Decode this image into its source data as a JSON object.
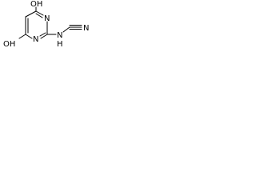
{
  "structure": {
    "atoms": {
      "oh_top": "OH",
      "oh_bottom": "OH",
      "n_ring_1": "N",
      "n_ring_2": "N",
      "n_nh": "N",
      "h_nh": "H",
      "n_nitrile": "N"
    }
  },
  "colors": {
    "ink": "#000000",
    "background": "#ffffff"
  }
}
